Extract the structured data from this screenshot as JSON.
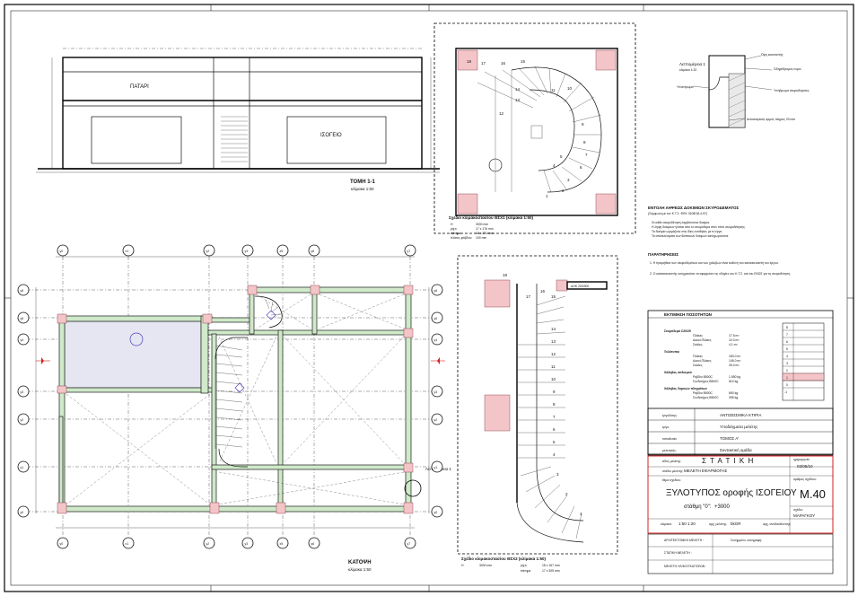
{
  "section": {
    "upper_room": "ΠΑΤΑΡΙ",
    "lower_room": "ΙΣΟΓΕΙΟ",
    "title": "ΤΟΜΗ 1-1",
    "scale": "κλίμακα 1:50"
  },
  "plan": {
    "title": "ΚΑΤΟΨΗ",
    "scale": "κλίμακα 1:50",
    "section_mark": "Λεπτομέρεια 1",
    "grid_labels": [
      "y0",
      "x1",
      "y2",
      "y3",
      "x5",
      "y6",
      "y7"
    ],
    "grid_labels_side": [
      "y6",
      "y5",
      "y4",
      "y3",
      "y2",
      "y1",
      "y0"
    ],
    "left_side_labels": [
      "y6",
      "y5",
      "y4",
      "y3",
      "y2",
      "y1",
      "y0"
    ],
    "right_side_labels": [
      "y6",
      "y5",
      "y4",
      "y3",
      "y2",
      "y1",
      "y0"
    ]
  },
  "stair_top": {
    "numbers": [
      "18",
      "17",
      "16",
      "15",
      "14",
      "13",
      "12",
      "11",
      "10",
      "9",
      "8",
      "7",
      "6",
      "5",
      "4",
      "3",
      "2",
      "1"
    ],
    "caption": "Σχέδιο κλιμακοστασίου ΘΣΧ1 (κλίμακα 1:50)",
    "spec_rows": [
      {
        "k": "Η",
        "v": "3000 mm"
      },
      {
        "k": "ρίχτι",
        "v": "17 x 176 mm"
      },
      {
        "k": "πάτημα",
        "v": "18 x 271 mm"
      },
      {
        "k": "πλάτος φάβδου",
        "v": "100 mm"
      }
    ]
  },
  "detail": {
    "title": "Λεπτομέρεια 1",
    "scale": "κλίμακα 1:20",
    "labels": [
      "Όψη κουπαστής",
      "Σιδηρόδρομος ευρώ",
      "Υπόστρωμα",
      "Υπόβρωμα σκυροδέματος",
      "Αντισεισμικός αρμός πάχους 20 mm"
    ]
  },
  "notes": {
    "title": "ΕΝΤΟΛΗ ΛΗΨΕΩΣ ΔΟΚΙΜΙΩΝ ΣΚΥΡΟΔΕΜΑΤΟΣ",
    "subtitle": "(Σύμφωνα με τον Κ.Τ.Σ. ΦΕΚ 3108/18-4-97)",
    "bullets": [
      "Σε κάθε σκυροδέτηση λαμβάνονται δοκίμια.",
      "Η ληψη δοκιμίων γίνεται από το σκυρόδεμα στον τόπο σκυροδέτησης.",
      "Τα δοκίμια ωριμάζουν στις ίδιες συνθήκες με το έργο.",
      "Τα αποτελέσματα των θλιπτικών δοκιμών καταχωρούνται."
    ],
    "remarks_title": "ΠΑΡΑΤΗΡΗΣΕΙΣ",
    "remarks": [
      "1. Η προμήθεια των σκυροδεμάτων και των χαλύβων είναι ευθύνη του κατασκευαστή του έργου.",
      "2. Ο κατασκευαστής υποχρεούται να εφαρμόσει τις οδηγίες του Κ.Τ.Σ. και του ΕΚΩΣ για τη σκυροδέτηση."
    ]
  },
  "quantities": {
    "title": "ΕΚΤΙΜΗΣΗ ΠΟΣΟΤΗΤΩΝ",
    "groups": [
      {
        "name": "Σκυρόδεμα C20/25",
        "rows": [
          {
            "k": "Πλάκες",
            "v": "17.5 m³"
          },
          {
            "k": "Δοκοί-Πλάκες",
            "v": "10.0 m³"
          },
          {
            "k": "Σκάλες",
            "v": "4.1 m³"
          }
        ]
      },
      {
        "name": "Ξυλότυποι",
        "rows": [
          {
            "k": "Πλάκες",
            "v": "183.0 m²"
          },
          {
            "k": "Δοκοί-Πλάκες",
            "v": "145.0 m²"
          },
          {
            "k": "Σκάλες",
            "v": "26.0 m²"
          }
        ]
      },
      {
        "name": "Χάλυβας οπλισμού",
        "rows": [
          {
            "k": "Ράβδοι B500C",
            "v": "1.550 kg"
          },
          {
            "k": "Συνδετήρες B500C",
            "v": "510 kg"
          }
        ]
      },
      {
        "name": "Χάλυβας δομικών πλεγμάτων",
        "rows": [
          {
            "k": "Ράβδοι B500C",
            "v": "650 kg"
          },
          {
            "k": "Συνδετήρες B500C",
            "v": "395 kg"
          }
        ]
      }
    ],
    "legend_rows": [
      "8",
      "7",
      "6",
      "5",
      "4",
      "3",
      "2",
      "1",
      "0",
      "-1"
    ]
  },
  "title_block": {
    "info": [
      {
        "k": "εργοδότης:",
        "v": "ΑΝΤΙΣΕΙΣΜΙΚΑ ΚΤΙΡΙΑ"
      },
      {
        "k": "έργο:",
        "v": "Υποδείγματα μελέτης"
      },
      {
        "k": "τοποθεσία:",
        "v": "ΤΟΜΟΣ Α'"
      },
      {
        "k": "μελετητής:",
        "v": "Συντακτική ομάδα"
      }
    ],
    "type_label": "είδος μελέτης:",
    "type_value": "Σ Τ Α Τ Ι Κ Η",
    "stage_label": "στάδιο μελέτης:",
    "stage_value": "ΜΕΛΕΤΗ ΕΦΑΡΜΟΓΗΣ",
    "date_label": "ημερομηνία:",
    "date_value": "03/05/10",
    "drawing_label": "θέμα σχεδίου:",
    "drawing_title": "ΞΥΛΟΤΥΠΟΣ οροφής ΙΣΟΓΕΙΟΥ",
    "level_prefix": "στάθμη \"0\":",
    "level_value": "+3000",
    "number_label": "αριθμός σχεδίου:",
    "number_value": "Μ.40",
    "drawn_label": "σχέδιο:",
    "drawn_value": "ΜΑΡΑΓΚΟΥ",
    "scale_label": "κλίμακα:",
    "scale_values": "1:50   1:20",
    "format_label": "αρχ. μελέτης:",
    "format_value": "bkGR",
    "replaces_label": "αρχ. αντιδιεύθυνσης:",
    "approvals": [
      {
        "k": "ΑΡΧΙΤΕΚΤΟΝΙΚΗ ΜΕΛΕΤΗ :",
        "v": "Συνημμένο, υπογραφή:"
      },
      {
        "k": "ΣΤΑΤΙΚΗ ΜΕΛΕΤΗ :",
        "v": ""
      },
      {
        "k": "ΜΕΛΕΤΗ ΗΛ/Μ ΕΓΚΑΤ/ΣΕΩΝ :",
        "v": ""
      }
    ]
  },
  "stair_bottom": {
    "numbers": [
      "18",
      "17",
      "16",
      "15",
      "14",
      "13",
      "12",
      "11",
      "10",
      "9",
      "8",
      "7",
      "6",
      "5",
      "4",
      "3",
      "2",
      "1"
    ],
    "caption": "Σχέδιο κλιμακοστασίου ΘΣΧ2 (κλίμακα 1:50)",
    "spec_rows": [
      {
        "k": "Η",
        "v": "3000 mm"
      },
      {
        "k": "ρίχτι",
        "v": "18 x 167 mm"
      },
      {
        "k": "πάτημα",
        "v": "17 x 305 mm"
      }
    ],
    "beam_tag": "ΔΟΚ 200/300"
  }
}
